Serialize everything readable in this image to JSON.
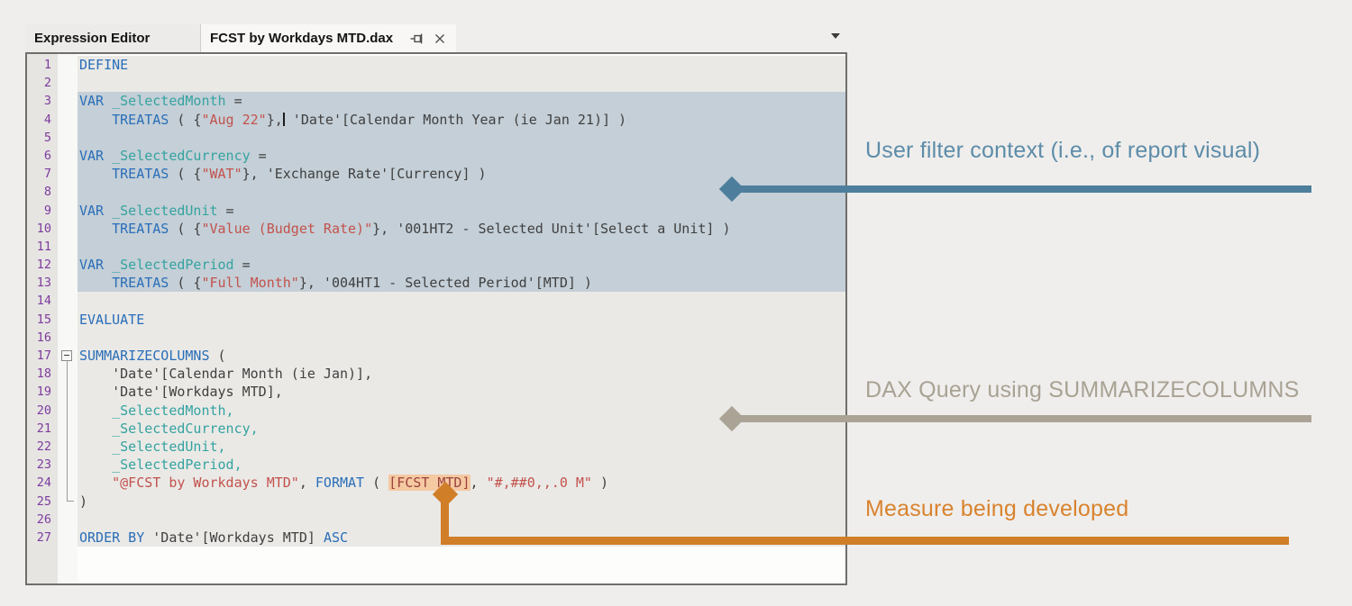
{
  "header": {
    "panel_label": "Expression Editor",
    "tab": {
      "title": "FCST by Workdays MTD.dax",
      "pin_icon": "pushpin-icon",
      "close_icon": "close-icon"
    },
    "overflow_icon": "chevron-down-icon"
  },
  "editor": {
    "lines": [
      {
        "n": 1,
        "sel": false,
        "fold": null,
        "blockhl": false,
        "tokens": [
          [
            "k",
            "DEFINE"
          ]
        ]
      },
      {
        "n": 2,
        "sel": false,
        "fold": null,
        "blockhl": false,
        "tokens": []
      },
      {
        "n": 3,
        "sel": true,
        "fold": null,
        "blockhl": false,
        "tokens": [
          [
            "k",
            "VAR"
          ],
          [
            "t",
            " "
          ],
          [
            "v",
            "_SelectedMonth"
          ],
          [
            "t",
            " ="
          ]
        ]
      },
      {
        "n": 4,
        "sel": true,
        "fold": null,
        "blockhl": false,
        "tokens": [
          [
            "t",
            "    "
          ],
          [
            "k",
            "TREATAS"
          ],
          [
            "t",
            " ( {"
          ],
          [
            "s",
            "\"Aug 22\""
          ],
          [
            "t",
            "},"
          ],
          [
            "cursor",
            ""
          ],
          [
            "t",
            " 'Date'[Calendar Month Year (ie Jan 21)] )"
          ]
        ]
      },
      {
        "n": 5,
        "sel": true,
        "fold": null,
        "blockhl": false,
        "tokens": []
      },
      {
        "n": 6,
        "sel": true,
        "fold": null,
        "blockhl": false,
        "tokens": [
          [
            "k",
            "VAR"
          ],
          [
            "t",
            " "
          ],
          [
            "v",
            "_SelectedCurrency"
          ],
          [
            "t",
            " ="
          ]
        ]
      },
      {
        "n": 7,
        "sel": true,
        "fold": null,
        "blockhl": false,
        "tokens": [
          [
            "t",
            "    "
          ],
          [
            "k",
            "TREATAS"
          ],
          [
            "t",
            " ( {"
          ],
          [
            "s",
            "\"WAT\""
          ],
          [
            "t",
            "}, 'Exchange Rate'[Currency] )"
          ]
        ]
      },
      {
        "n": 8,
        "sel": true,
        "fold": null,
        "blockhl": false,
        "tokens": []
      },
      {
        "n": 9,
        "sel": true,
        "fold": null,
        "blockhl": false,
        "tokens": [
          [
            "k",
            "VAR"
          ],
          [
            "t",
            " "
          ],
          [
            "v",
            "_SelectedUnit"
          ],
          [
            "t",
            " ="
          ]
        ]
      },
      {
        "n": 10,
        "sel": true,
        "fold": null,
        "blockhl": false,
        "tokens": [
          [
            "t",
            "    "
          ],
          [
            "k",
            "TREATAS"
          ],
          [
            "t",
            " ( {"
          ],
          [
            "s",
            "\"Value (Budget Rate)\""
          ],
          [
            "t",
            "}, '001HT2 - Selected Unit'[Select a Unit] )"
          ]
        ]
      },
      {
        "n": 11,
        "sel": true,
        "fold": null,
        "blockhl": false,
        "tokens": []
      },
      {
        "n": 12,
        "sel": true,
        "fold": null,
        "blockhl": false,
        "tokens": [
          [
            "k",
            "VAR"
          ],
          [
            "t",
            " "
          ],
          [
            "v",
            "_SelectedPeriod"
          ],
          [
            "t",
            " ="
          ]
        ]
      },
      {
        "n": 13,
        "sel": true,
        "fold": null,
        "blockhl": false,
        "tokens": [
          [
            "t",
            "    "
          ],
          [
            "k",
            "TREATAS"
          ],
          [
            "t",
            " ( {"
          ],
          [
            "s",
            "\"Full Month\""
          ],
          [
            "t",
            "}, '004HT1 - Selected Period'[MTD] )"
          ]
        ]
      },
      {
        "n": 14,
        "sel": false,
        "fold": null,
        "blockhl": false,
        "tokens": []
      },
      {
        "n": 15,
        "sel": false,
        "fold": null,
        "blockhl": false,
        "tokens": [
          [
            "k",
            "EVALUATE"
          ]
        ]
      },
      {
        "n": 16,
        "sel": false,
        "fold": null,
        "blockhl": false,
        "tokens": []
      },
      {
        "n": 17,
        "sel": false,
        "fold": "start",
        "blockhl": false,
        "tokens": [
          [
            "k",
            "SUMMARIZECOLUMNS"
          ],
          [
            "t",
            " ("
          ]
        ]
      },
      {
        "n": 18,
        "sel": false,
        "fold": "mid",
        "blockhl": false,
        "tokens": [
          [
            "t",
            "    'Date'[Calendar Month (ie Jan)],"
          ]
        ]
      },
      {
        "n": 19,
        "sel": false,
        "fold": "mid",
        "blockhl": false,
        "tokens": [
          [
            "t",
            "    'Date'[Workdays MTD],"
          ]
        ]
      },
      {
        "n": 20,
        "sel": false,
        "fold": "mid",
        "blockhl": true,
        "tokens": [
          [
            "t",
            "    "
          ],
          [
            "v",
            "_SelectedMonth,"
          ]
        ]
      },
      {
        "n": 21,
        "sel": false,
        "fold": "mid",
        "blockhl": true,
        "tokens": [
          [
            "t",
            "    "
          ],
          [
            "v",
            "_SelectedCurrency,"
          ]
        ]
      },
      {
        "n": 22,
        "sel": false,
        "fold": "mid",
        "blockhl": true,
        "tokens": [
          [
            "t",
            "    "
          ],
          [
            "v",
            "_SelectedUnit,"
          ]
        ]
      },
      {
        "n": 23,
        "sel": false,
        "fold": "mid",
        "blockhl": true,
        "tokens": [
          [
            "t",
            "    "
          ],
          [
            "v",
            "_SelectedPeriod,"
          ]
        ]
      },
      {
        "n": 24,
        "sel": false,
        "fold": "mid",
        "blockhl": false,
        "tokens": [
          [
            "t",
            "    "
          ],
          [
            "s",
            "\"@FCST by Workdays MTD\""
          ],
          [
            "t",
            ", "
          ],
          [
            "k",
            "FORMAT"
          ],
          [
            "t",
            " ( "
          ],
          [
            "m",
            "[FCST MTD]"
          ],
          [
            "t",
            ", "
          ],
          [
            "s",
            "\"#,##0,,.0 M\""
          ],
          [
            "t",
            " )"
          ]
        ]
      },
      {
        "n": 25,
        "sel": false,
        "fold": "end",
        "blockhl": false,
        "tokens": [
          [
            "t",
            ")"
          ]
        ]
      },
      {
        "n": 26,
        "sel": false,
        "fold": null,
        "blockhl": false,
        "tokens": []
      },
      {
        "n": 27,
        "sel": false,
        "fold": null,
        "blockhl": false,
        "tokens": [
          [
            "k",
            "ORDER BY"
          ],
          [
            "t",
            " 'Date'[Workdays MTD] "
          ],
          [
            "k",
            "ASC"
          ]
        ]
      }
    ]
  },
  "annotations": [
    {
      "id": "filter-context",
      "text": "User filter context (i.e., of report visual)",
      "color": "#5d8ca9",
      "line_color": "#4d7f9c"
    },
    {
      "id": "dax-query",
      "text": "DAX Query using SUMMARIZECOLUMNS",
      "color": "#a9a294",
      "line_color": "#aba496"
    },
    {
      "id": "measure",
      "text": "Measure being developed",
      "color": "#d9832e",
      "line_color": "#d07e28"
    }
  ],
  "colors": {
    "keyword": "#2a6eb8",
    "variable": "#35a3a0",
    "string": "#c3524d",
    "default_text": "#404040",
    "line_number": "#7e3b9e",
    "selection_bg": "#c4cfd7",
    "variable_block_highlight_bg": "#cdd9e1",
    "measure_highlight_bg": "#f5c9a2",
    "measure_highlight_text": "#9c423c",
    "editor_bg": "#eae9e6",
    "editor_border": "#6f6e6b"
  }
}
